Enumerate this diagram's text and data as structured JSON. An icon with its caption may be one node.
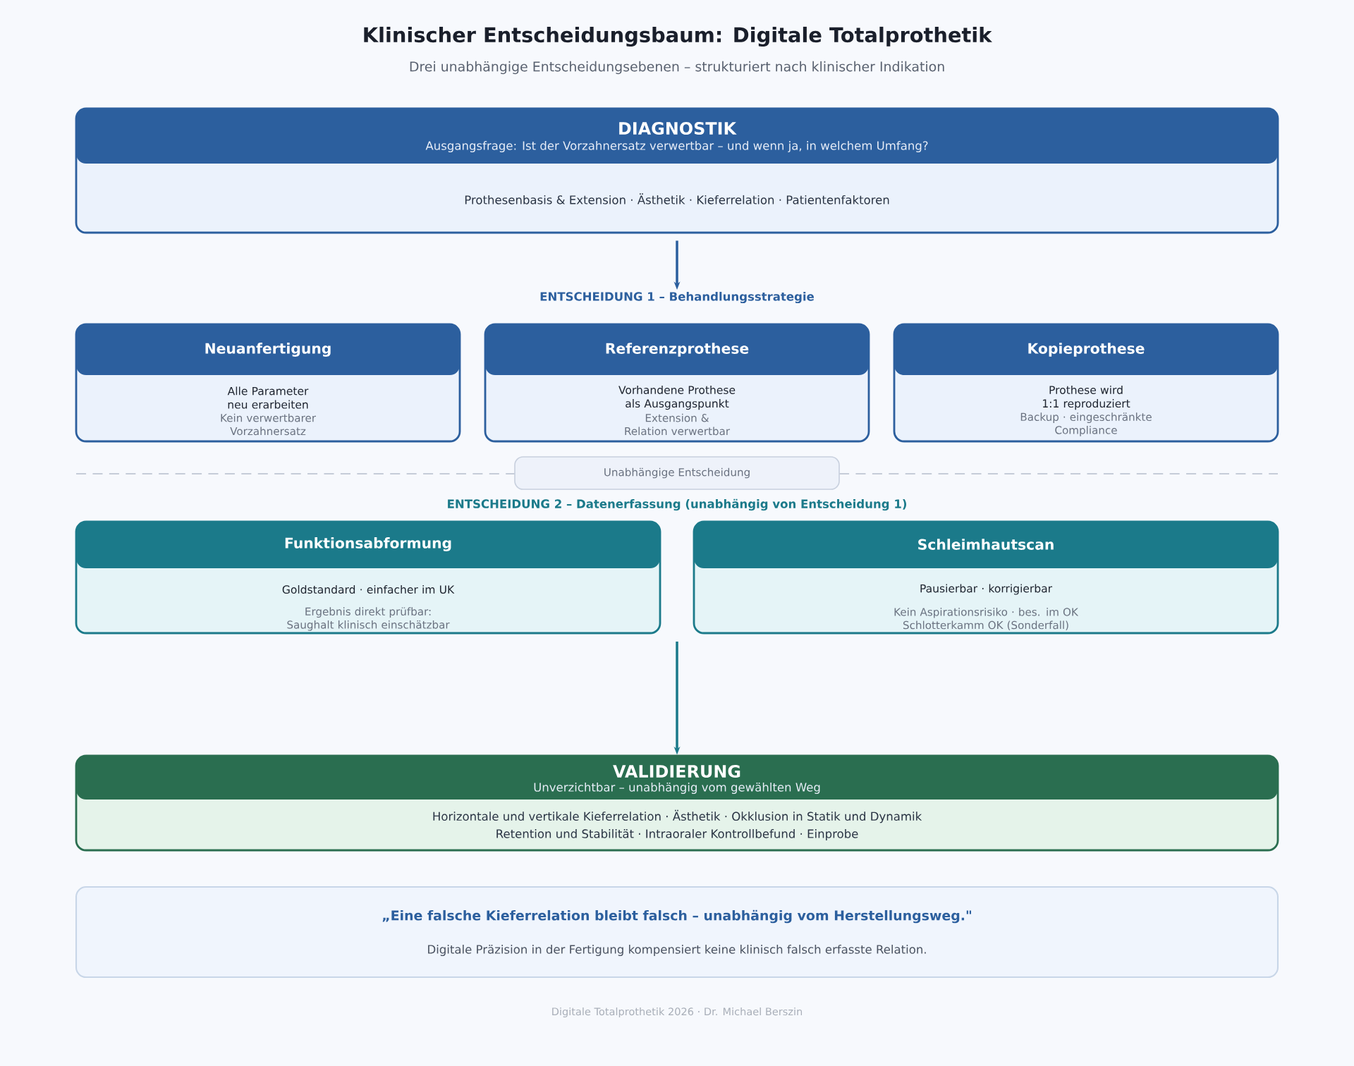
{
  "diagram": {
    "title": "Klinischer Entscheidungsbaum: Digitale Totalprothetik",
    "nodes": [
      {
        "text": [
          "DIAGNOSTIK",
          "Ausgangsfrage: Ist der Vorzahnersatz verwertbar – und wenn ja, in welchem Umfang?",
          "Prothesenbasis & Extension · Ästhetik · Kieferrelation · Patientenfaktoren"
        ]
      },
      {
        "text": [
          "ENTSCHEIDUNG 1 – Behandlungsstrategie"
        ]
      },
      {
        "text": [
          "Neuanfertigung",
          "Alle Parameter neu erarbeiten",
          "Kein verwertbarer Vorzahnersatz"
        ]
      },
      {
        "text": [
          "Referenzprothese",
          "Vorhandene Prothese als Ausgangspunkt",
          "Extension & Relation verwertbar"
        ]
      },
      {
        "text": [
          "Kopieprothese",
          "Prothese wird 1:1 reproduziert",
          "Backup · eingeschränkte Compliance"
        ]
      },
      {
        "text": [
          "Unabhängige Entscheidung"
        ]
      },
      {
        "text": [
          "Funktionsabformung",
          "Goldstandard · einfacher im UK",
          "Ergebnis direkt prüfbar: Saughalt klinisch einschätzbar"
        ]
      },
      {
        "text": [
          "Schleimhautscan",
          "Pausierbar · korrigierbar",
          "Kein Aspirationsrisiko · bes. im OK Schlotterkamm OK (Sonderfall)"
        ]
      },
      {
        "text": [
          "VALIDIERUNG",
          "Unverzichtbar – unabhängig vom gewählten Weg",
          "Horizontale und vertikale Kieferrelation · Ästhetik · Okklusion in Statik und Dynamik",
          "Retention und Stabilität · Intraoraler Kontrollbefund · Einprobe"
        ]
      },
      {
        "text": [
          "„Eine falsche Kieferrelation bleibt falsch – unabhängig vom Herstellungsweg.\"",
          "Digitale Präzision in der Fertigung kompensiert keine klinisch falsch erfasste Relation."
        ]
      }
    ],
    "edges": [
      {
        "from": 0,
        "to": 1,
        "arrow": "to",
        "color": "#2c5f9e"
      },
      {
        "from": null,
        "to": 8,
        "arrow": "to",
        "color": "#1b7a8a"
      }
    ],
    "labels": [
      "Drei unabhängige Entscheidungsebenen – strukturiert nach klinischer Indikation",
      "ENTSCHEIDUNG 2 – Datenerfassung (unabhängig von Entscheidung 1)",
      "Digitale Totalprothetik 2026 · Dr. Michael Berszin"
    ]
  }
}
